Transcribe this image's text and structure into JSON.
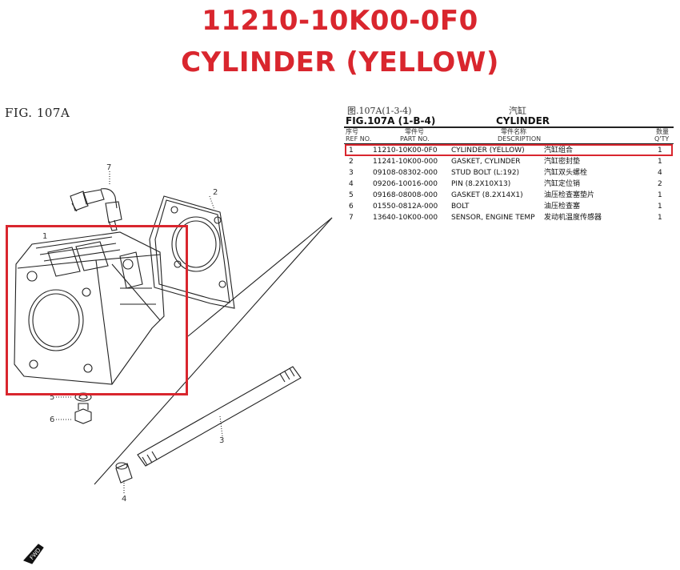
{
  "title": {
    "part_number": "11210-10K00-0F0",
    "part_name": "CYLINDER (YELLOW)"
  },
  "diagram": {
    "figure_label": "FIG. 107A",
    "callouts": [
      "1",
      "2",
      "3",
      "4",
      "5",
      "6",
      "7"
    ],
    "fwd_label": "FWD"
  },
  "table": {
    "cn_figure": "图.107A(1-3-4)",
    "cn_title": "汽缸",
    "figure": "FIG.107A (1-B-4)",
    "title": "CYLINDER",
    "headers": {
      "ref_cn": "序号",
      "ref": "REF NO.",
      "part_cn": "零件号",
      "part": "PART NO.",
      "desc_cn": "零件名称",
      "desc": "DESCRIPTION",
      "qty_cn": "数量",
      "qty": "Q'TY"
    },
    "rows": [
      {
        "ref": "1",
        "part": "11210-10K00-0F0",
        "desc": "CYLINDER (YELLOW)",
        "cn": "汽缸组合",
        "qty": "1"
      },
      {
        "ref": "2",
        "part": "11241-10K00-000",
        "desc": "GASKET, CYLINDER",
        "cn": "汽缸密封垫",
        "qty": "1"
      },
      {
        "ref": "3",
        "part": "09108-08302-000",
        "desc": "STUD BOLT (L:192)",
        "cn": "汽缸双头螺栓",
        "qty": "4"
      },
      {
        "ref": "4",
        "part": "09206-10016-000",
        "desc": "PIN (8.2X10X13)",
        "cn": "汽缸定位销",
        "qty": "2"
      },
      {
        "ref": "5",
        "part": "09168-08008-000",
        "desc": "GASKET (8.2X14X1)",
        "cn": "油压检查塞垫片",
        "qty": "1"
      },
      {
        "ref": "6",
        "part": "01550-0812A-000",
        "desc": "BOLT",
        "cn": "油压检查塞",
        "qty": "1"
      },
      {
        "ref": "7",
        "part": "13640-10K00-000",
        "desc": "SENSOR, ENGINE TEMP",
        "cn": "发动机温度传感器",
        "qty": "1"
      }
    ]
  },
  "colors": {
    "accent": "#d9262e",
    "line": "#222222"
  }
}
